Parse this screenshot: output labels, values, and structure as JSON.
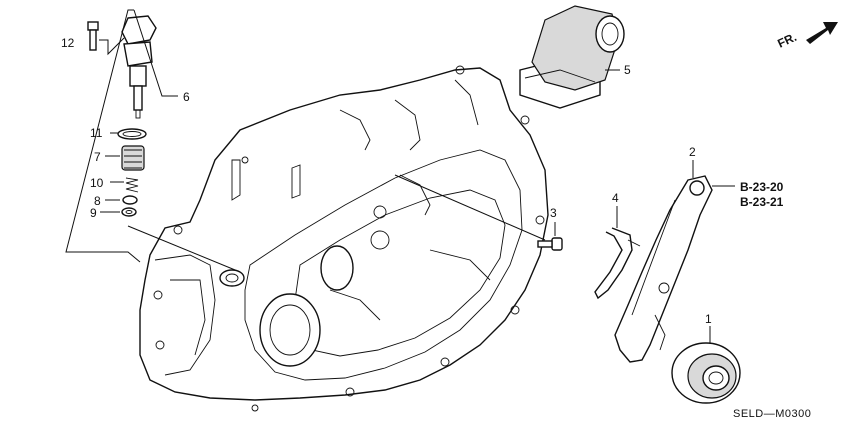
{
  "callouts": {
    "c1": "1",
    "c2": "2",
    "c3": "3",
    "c4": "4",
    "c5": "5",
    "c6": "6",
    "c7": "7",
    "c8": "8",
    "c9": "9",
    "c10": "10",
    "c11": "11",
    "c12": "12"
  },
  "references": {
    "ref1": "B-23-20",
    "ref2": "B-23-21"
  },
  "direction_label": "FR.",
  "diagram_code": "SELD—M0300"
}
